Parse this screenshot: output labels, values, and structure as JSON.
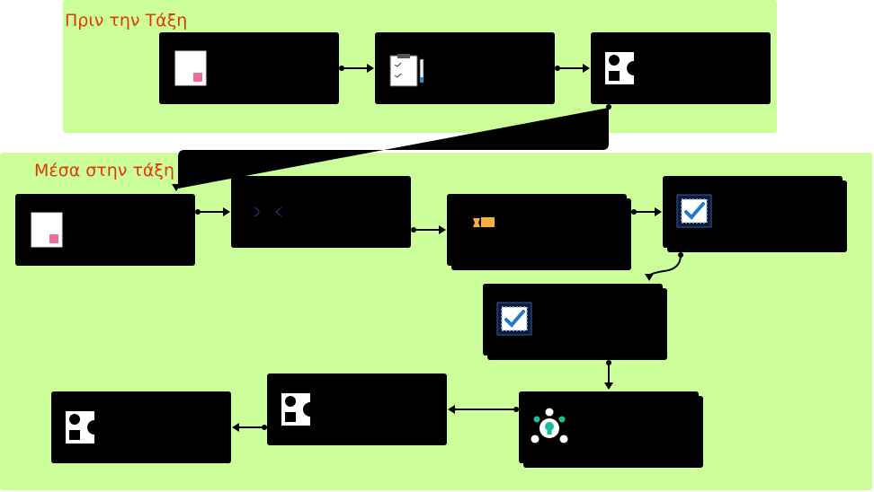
{
  "lanes": {
    "before_class": {
      "title": "Πριν την Τάξη"
    },
    "in_class": {
      "title": "Μέσα στην τάξη"
    }
  },
  "colors": {
    "lane_fill": "#ccff99",
    "lane_title": "#e0380a",
    "node_fill": "#000000",
    "connector": "#000000"
  },
  "nodes": [
    {
      "id": "n1",
      "lane": "before_class",
      "icon": "slide-icon",
      "stacked": false
    },
    {
      "id": "n2",
      "lane": "before_class",
      "icon": "clipboard-pencil-icon",
      "stacked": false
    },
    {
      "id": "n3",
      "lane": "before_class",
      "icon": "shapes-icon",
      "stacked": false
    },
    {
      "id": "n4",
      "lane": "in_class",
      "icon": "slide-icon",
      "stacked": false
    },
    {
      "id": "n5",
      "lane": "in_class",
      "icon": "brackets-icon",
      "stacked": false
    },
    {
      "id": "n6",
      "lane": "in_class",
      "icon": "ticket-icon",
      "stacked": true
    },
    {
      "id": "n7",
      "lane": "in_class",
      "icon": "checkmark-badge-icon",
      "stacked": true
    },
    {
      "id": "n8",
      "lane": "in_class",
      "icon": "checkmark-badge-icon",
      "stacked": true
    },
    {
      "id": "n9",
      "lane": "in_class",
      "icon": "idea-network-icon",
      "stacked": true
    },
    {
      "id": "n10",
      "lane": "in_class",
      "icon": "shapes-icon",
      "stacked": false
    },
    {
      "id": "n11",
      "lane": "in_class",
      "icon": "shapes-icon",
      "stacked": false
    }
  ],
  "edges": [
    {
      "from": "n1",
      "to": "n2"
    },
    {
      "from": "n2",
      "to": "n3"
    },
    {
      "from": "n3",
      "to": "n4"
    },
    {
      "from": "n4",
      "to": "n5"
    },
    {
      "from": "n5",
      "to": "n6"
    },
    {
      "from": "n6",
      "to": "n7"
    },
    {
      "from": "n7",
      "to": "n8"
    },
    {
      "from": "n8",
      "to": "n9"
    },
    {
      "from": "n9",
      "to": "n10"
    },
    {
      "from": "n10",
      "to": "n11"
    }
  ]
}
